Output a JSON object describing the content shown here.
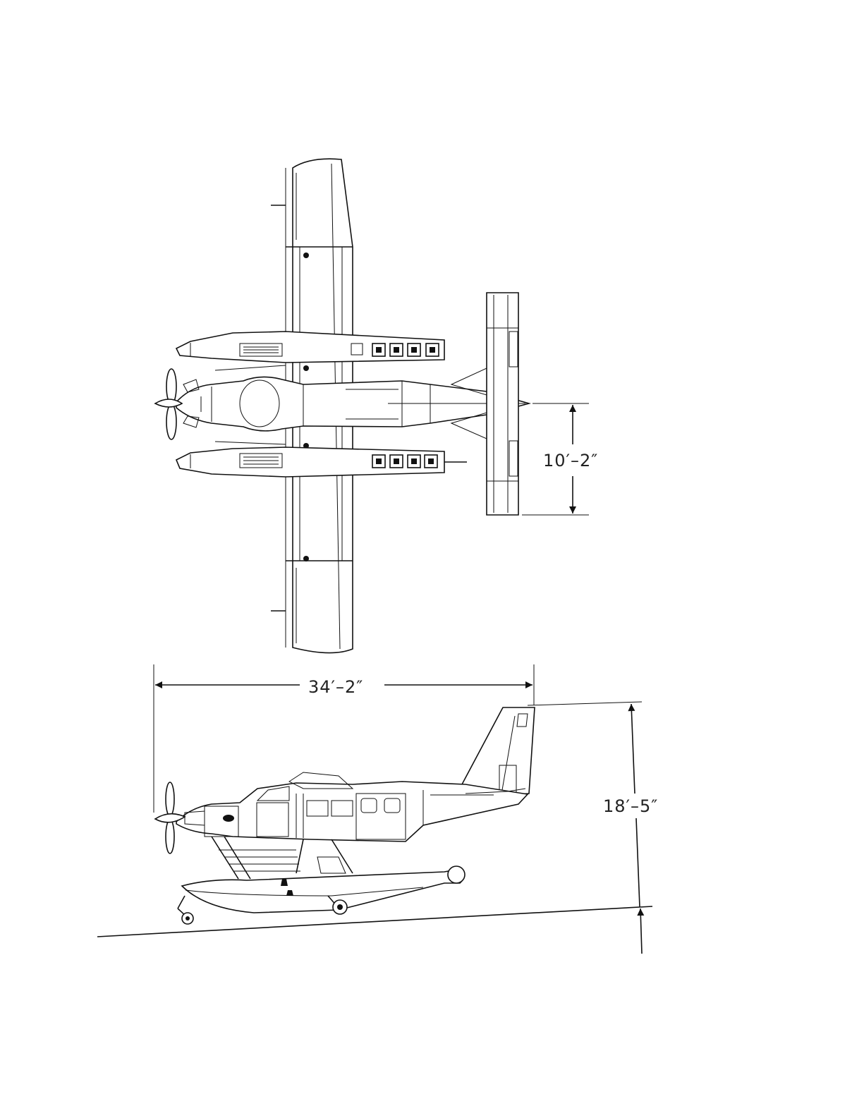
{
  "dimensions": {
    "tail_span": "10′–2″",
    "overall_length": "34′–2″",
    "overall_height": "18′–5″"
  },
  "colors": {
    "ink": "#111111",
    "paper": "#ffffff"
  }
}
